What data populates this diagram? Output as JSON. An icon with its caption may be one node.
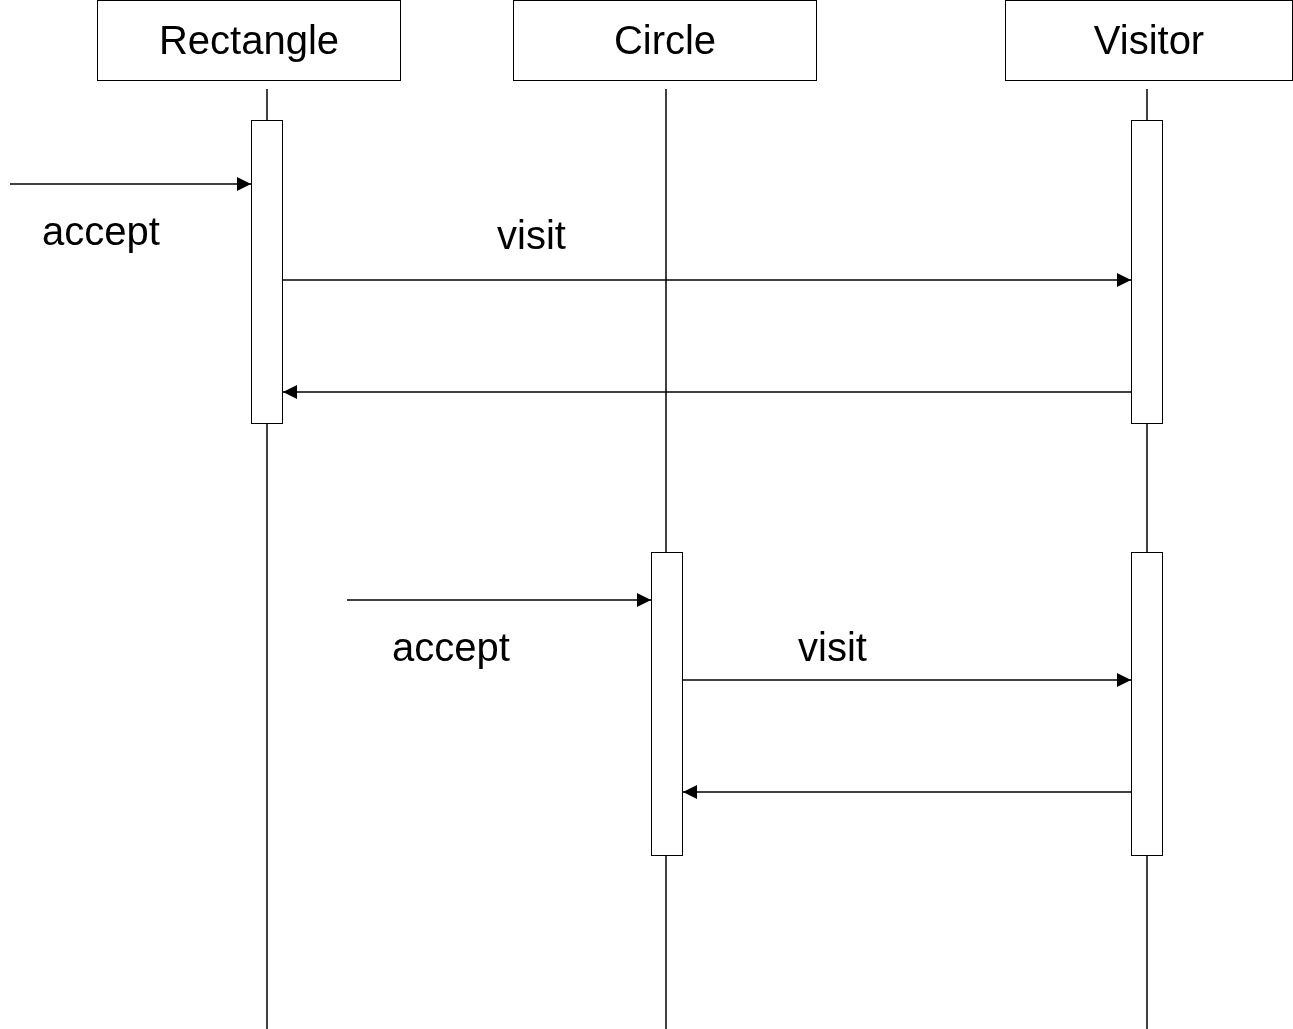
{
  "diagram": {
    "nodes": [
      {
        "text": [
          "Rectangle"
        ]
      },
      {
        "text": [
          "Circle"
        ]
      },
      {
        "text": [
          "Visitor"
        ]
      },
      {
        "text": [],
        "shape": "bar"
      },
      {
        "text": [],
        "shape": "bar"
      },
      {
        "text": [],
        "shape": "bar"
      },
      {
        "text": [],
        "shape": "bar"
      }
    ],
    "edges": [
      {
        "from": null,
        "to": 3,
        "arrow": "to",
        "label": "accept"
      },
      {
        "from": 3,
        "to": 4,
        "arrow": "to",
        "label": "visit"
      },
      {
        "from": 4,
        "to": 3,
        "arrow": "to"
      },
      {
        "from": null,
        "to": 5,
        "arrow": "to",
        "label": "accept"
      },
      {
        "from": 5,
        "to": 6,
        "arrow": "to",
        "label": "visit"
      },
      {
        "from": 6,
        "to": 5,
        "arrow": "to"
      }
    ]
  }
}
